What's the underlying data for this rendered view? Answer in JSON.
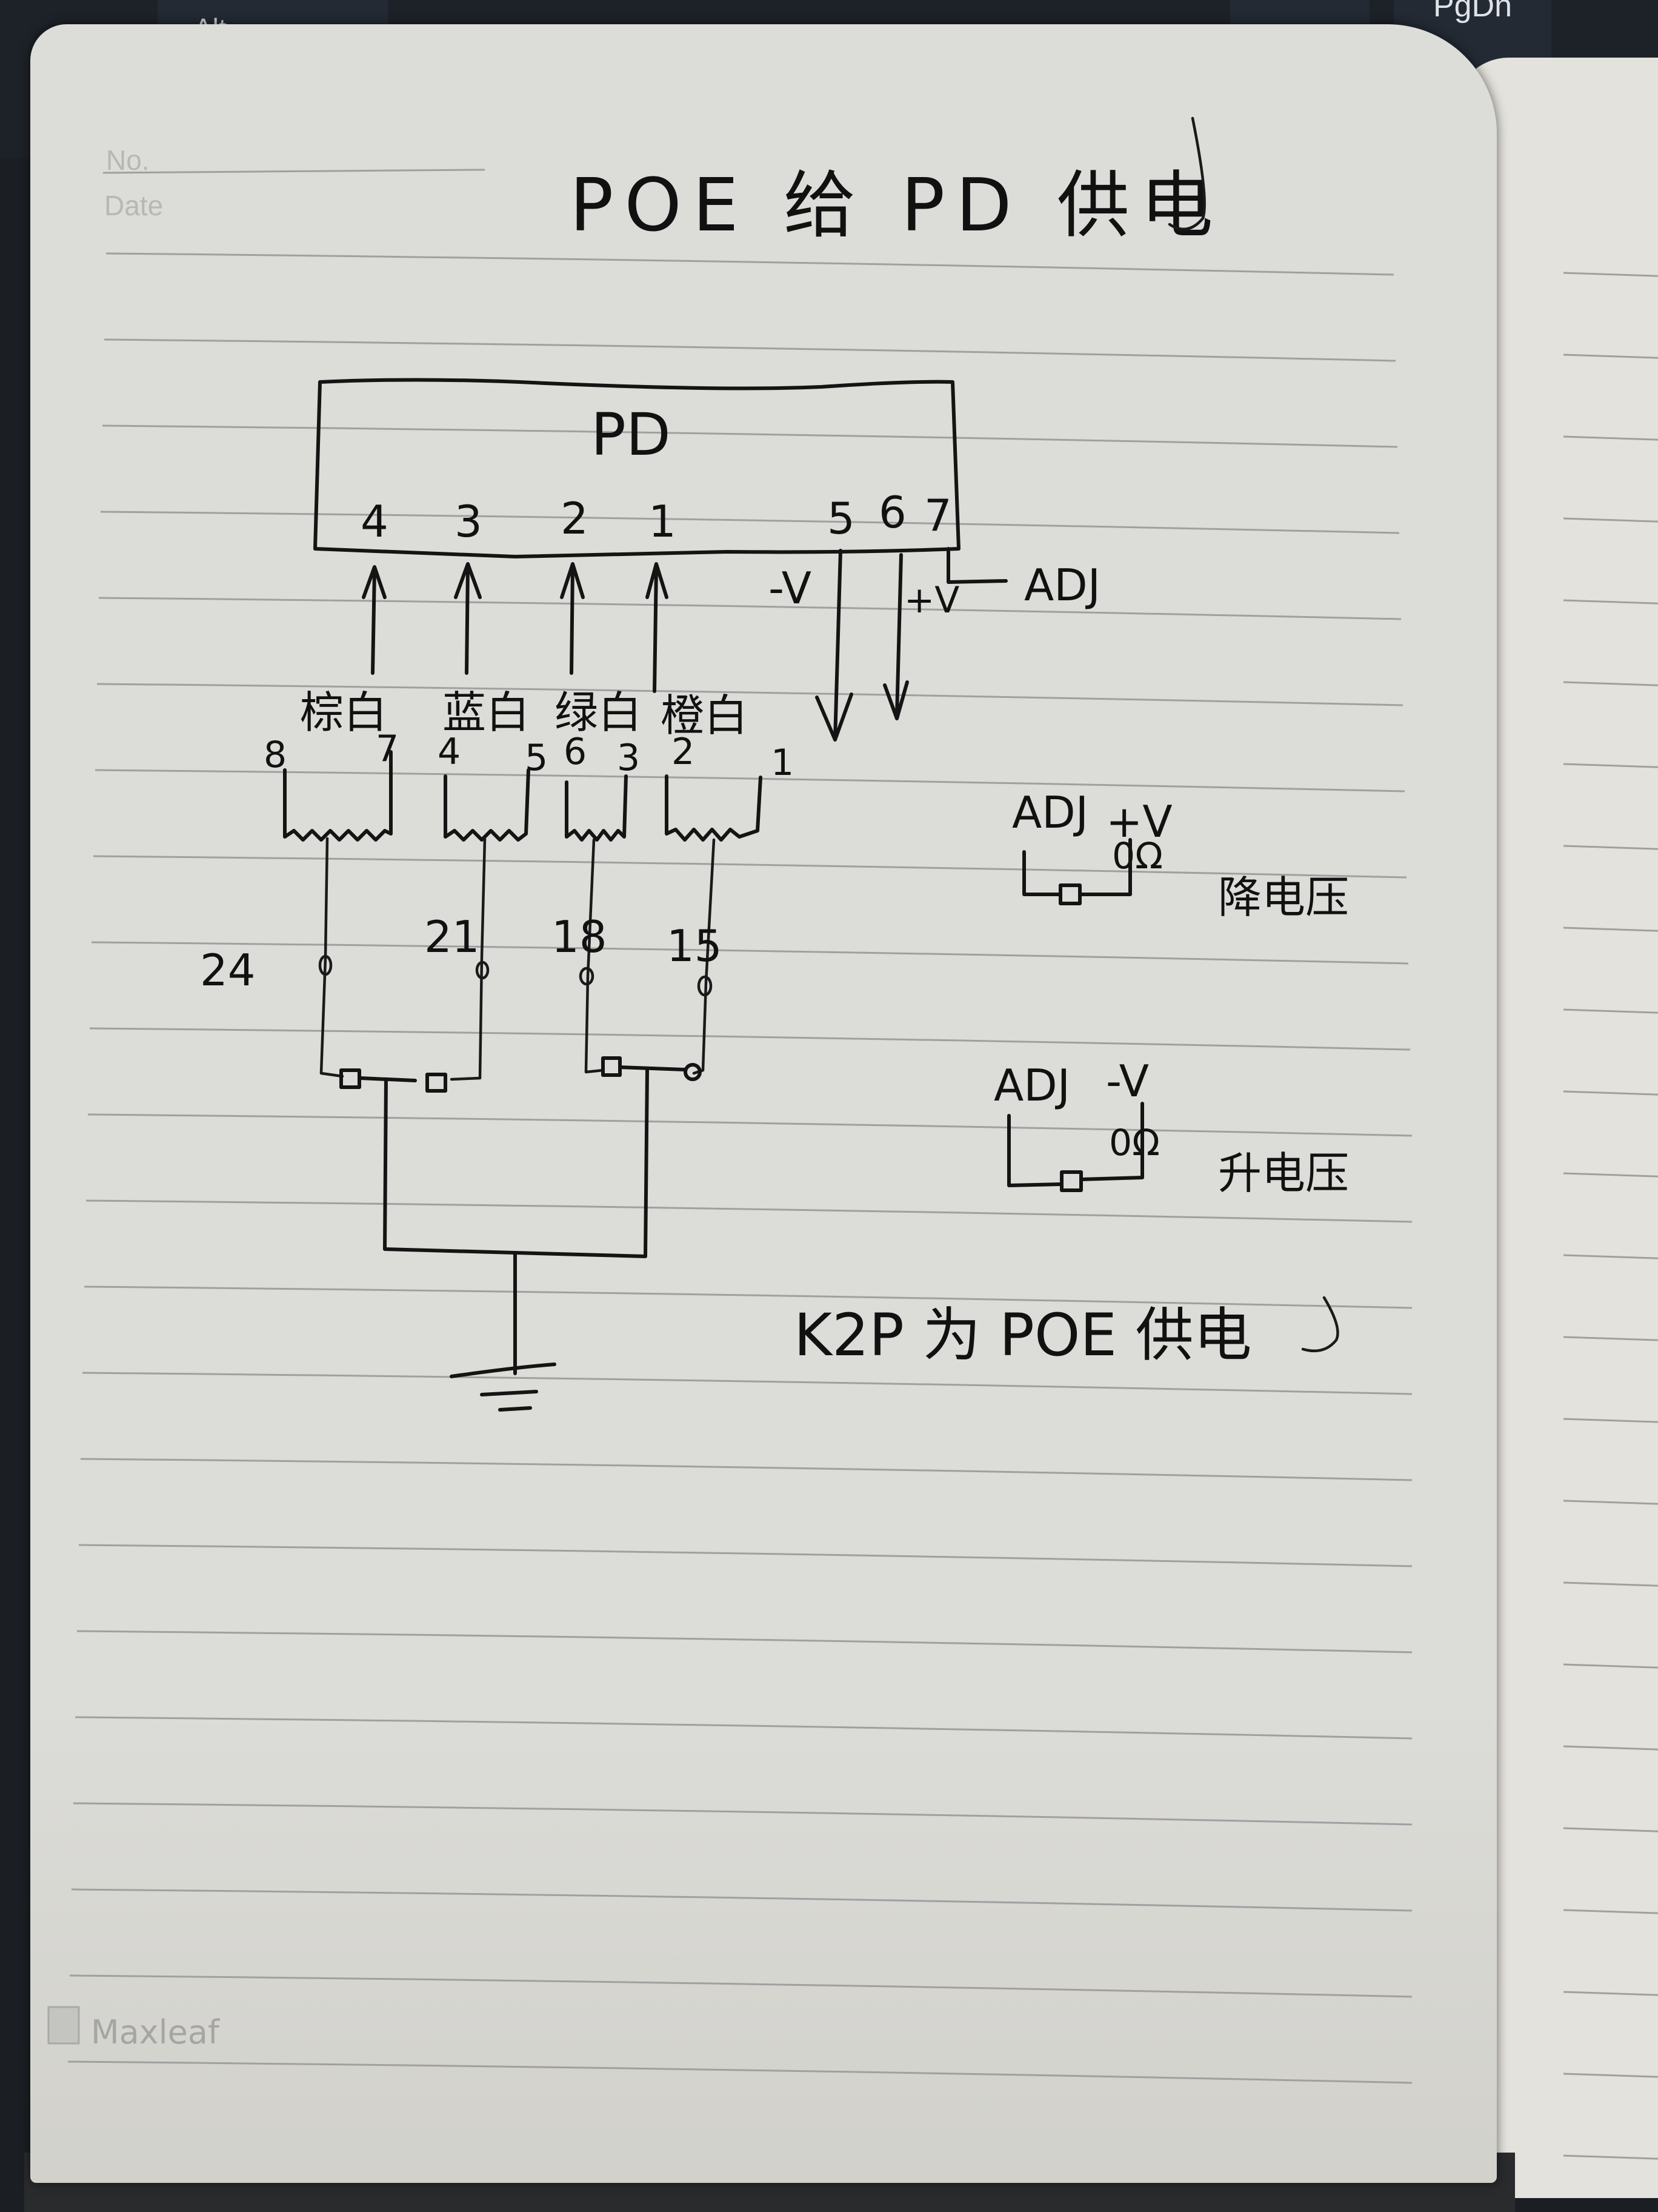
{
  "background": {
    "keyboard_keys": [
      "Alt",
      "PgDn"
    ]
  },
  "notebook": {
    "header_fields": [
      "No.",
      "Date"
    ],
    "brand": "Maxleaf",
    "brand_icon": "leaf-logo-icon"
  },
  "diagram": {
    "title": "POE 给 PD 供电",
    "pd_box": {
      "label": "PD",
      "input_pins": [
        "4",
        "3",
        "2",
        "1"
      ],
      "output_pins": [
        "5",
        "6",
        "7"
      ]
    },
    "output_labels": {
      "neg": "-V",
      "pos": "+V",
      "adj": "ADJ"
    },
    "wire_pairs": [
      {
        "color": "棕白",
        "pins": [
          "8",
          "7"
        ],
        "terminal": "24"
      },
      {
        "color": "蓝白",
        "pins": [
          "4",
          "5"
        ],
        "terminal": "21"
      },
      {
        "color": "绿白",
        "pins": [
          "6",
          "3"
        ],
        "terminal": "18"
      },
      {
        "color": "橙白",
        "pins": [
          "2",
          "1"
        ],
        "terminal": "15"
      }
    ],
    "ground_symbol": "ground-icon",
    "adjust_circuits": [
      {
        "left": "ADJ",
        "right": "+V",
        "resistor": "0Ω",
        "caption": "降电压"
      },
      {
        "left": "ADJ",
        "right": "-V",
        "resistor": "0Ω",
        "caption": "升电压"
      }
    ],
    "footer_note": "K2P 为 POE 供电"
  },
  "colors": {
    "paper": "#dcdcd8",
    "ink": "#141414",
    "ruled_line": "#9fa0a0",
    "backdrop": "#1d2228"
  }
}
